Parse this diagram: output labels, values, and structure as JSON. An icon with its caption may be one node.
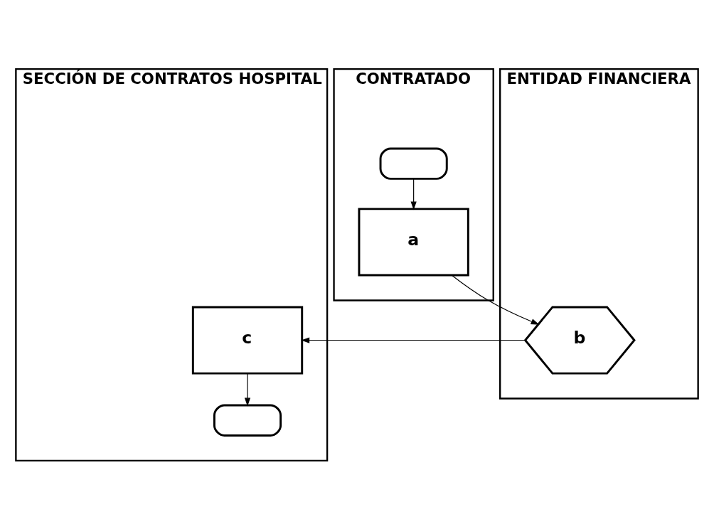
{
  "diagram": {
    "nodes": [
      {
        "text": [
          "SECCIÓN DE CONTRATOS HOSPITAL"
        ]
      },
      {
        "text": [
          "CONTRATADO"
        ]
      },
      {
        "text": [
          "ENTIDAD FINANCIERA"
        ]
      },
      {
        "text": [],
        "shape": "oval",
        "in": 1
      },
      {
        "text": [
          "a"
        ],
        "in": 1
      },
      {
        "text": [
          "b"
        ],
        "in": 2
      },
      {
        "text": [
          "c"
        ],
        "in": 0
      },
      {
        "text": [],
        "shape": "oval",
        "in": 0
      }
    ],
    "edges": [
      {
        "from": 3,
        "to": 4,
        "arrow": "to"
      },
      {
        "from": 4,
        "to": 5,
        "arrow": "to"
      },
      {
        "from": 5,
        "to": 6,
        "arrow": "to"
      },
      {
        "from": 6,
        "to": 7,
        "arrow": "to"
      }
    ]
  }
}
